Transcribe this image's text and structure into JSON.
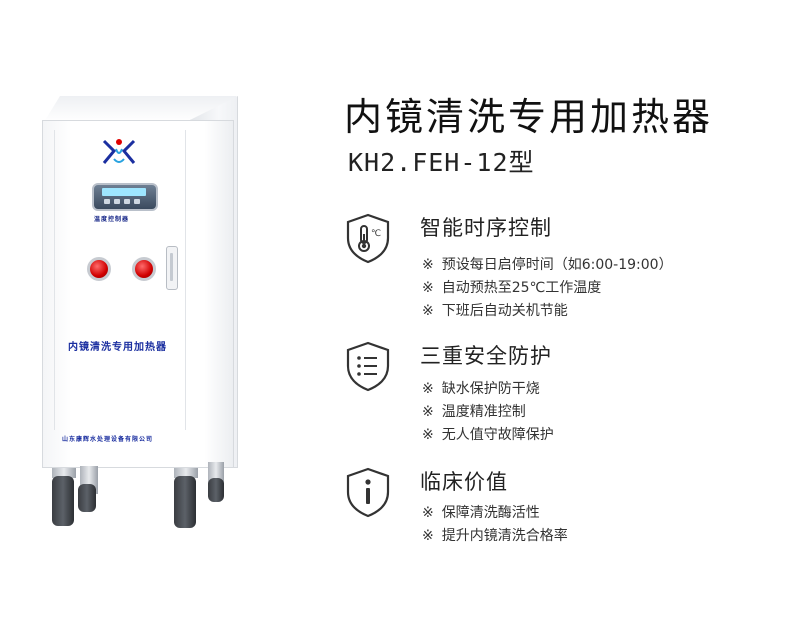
{
  "product": {
    "title": "内镜清洗专用加热器",
    "model": "KH2.FEH-12型"
  },
  "machine": {
    "front_title": "内镜清洗专用加热器",
    "company": "山东康辉水处理设备有限公司",
    "panel_label": "温度控制器"
  },
  "sections": [
    {
      "title": "智能时序控制",
      "icon": "thermometer-shield-icon",
      "items": [
        {
          "mark": "※",
          "text": "预设每日启停时间（如6:00-19:00）"
        },
        {
          "mark": "※",
          "text": "自动预热至25℃工作温度"
        },
        {
          "mark": "※",
          "text": "下班后自动关机节能"
        }
      ]
    },
    {
      "title": "三重安全防护",
      "icon": "checklist-shield-icon",
      "items": [
        {
          "mark": "※",
          "text": "缺水保护防干烧"
        },
        {
          "mark": "※",
          "text": "温度精准控制"
        },
        {
          "mark": "※",
          "text": "无人值守故障保护"
        }
      ]
    },
    {
      "title": "临床价值",
      "icon": "info-shield-icon",
      "items": [
        {
          "mark": "※",
          "text": "保障清洗酶活性"
        },
        {
          "mark": "※",
          "text": "提升内镜清洗合格率"
        }
      ]
    }
  ],
  "colors": {
    "icon_stroke": "#333333",
    "brand_blue": "#1b2fa0",
    "knob_red": "#d00000"
  }
}
